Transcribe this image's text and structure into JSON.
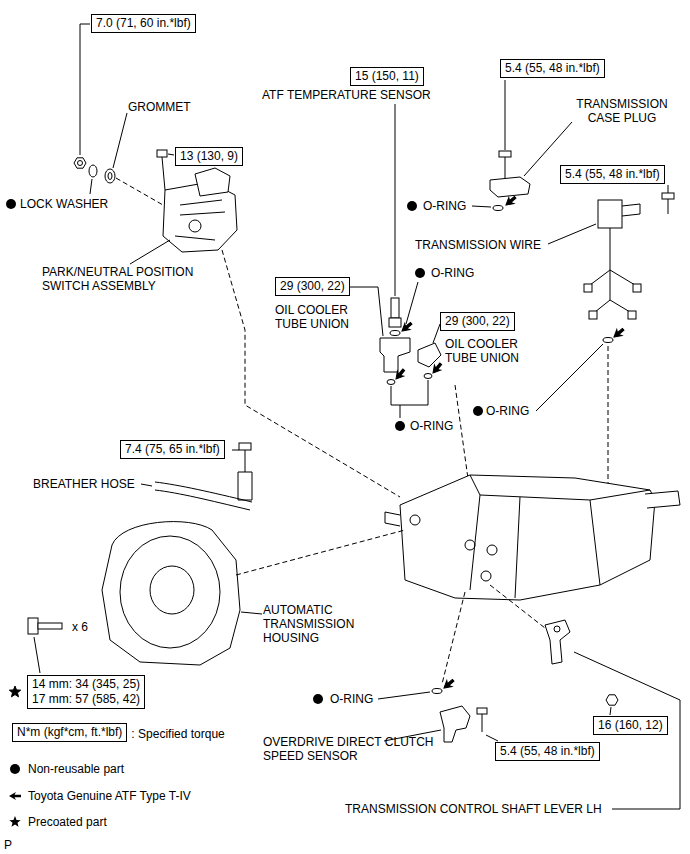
{
  "diagram": {
    "nodes": [
      {
        "text": [
          "7.0 (71, 60 in.*lbf)"
        ]
      },
      {
        "text": [
          "5.4 (55, 48 in.*lbf)"
        ]
      },
      {
        "text": [
          "15 (150, 11)"
        ]
      },
      {
        "text": [
          "13 (130, 9)"
        ]
      },
      {
        "text": [
          "5.4 (55, 48 in.*lbf)"
        ]
      },
      {
        "text": [
          "29 (300, 22)"
        ]
      },
      {
        "text": [
          "29 (300, 22)"
        ]
      },
      {
        "text": [
          "7.4 (75, 65 in.*lbf)"
        ]
      },
      {
        "text": [
          "14 mm: 34 (345, 25)",
          "17 mm: 57 (585, 42)"
        ]
      },
      {
        "text": [
          "16 (160, 12)"
        ]
      },
      {
        "text": [
          "N*m (kgf*cm, ft.*lbf)"
        ]
      },
      {
        "text": [
          "5.4 (55, 48 in.*lbf)"
        ]
      }
    ],
    "labels": [
      "GROMMET",
      "LOCK WASHER",
      "PARK/NEUTRAL POSITION SWITCH ASSEMBLY",
      "ATF TEMPERATURE SENSOR",
      "TRANSMISSION CASE PLUG",
      "O-RING",
      "TRANSMISSION WIRE",
      "O-RING",
      "OIL COOLER TUBE UNION",
      "OIL COOLER TUBE UNION",
      "O-RING",
      "O-RING",
      "BREATHER HOSE",
      "AUTOMATIC TRANSMISSION HOUSING",
      "x 6",
      "O-RING",
      "OVERDRIVE DIRECT CLUTCH SPEED SENSOR",
      "TRANSMISSION CONTROL SHAFT LEVER LH",
      "P"
    ],
    "legend": [
      {
        "text": ": Specified torque"
      },
      {
        "text": "Non-reusable part"
      },
      {
        "text": "Toyota Genuine ATF Type T-IV"
      },
      {
        "text": "Precoated part"
      }
    ]
  }
}
